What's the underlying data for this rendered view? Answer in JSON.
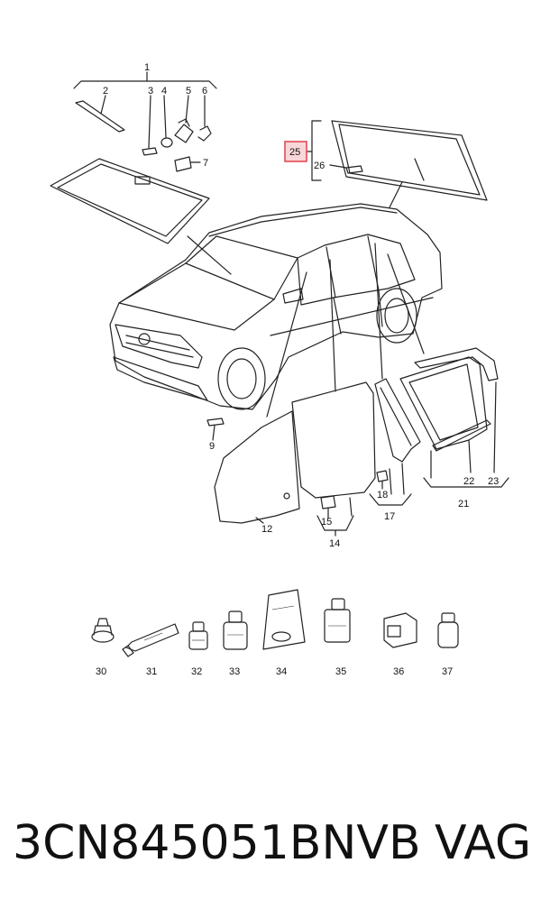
{
  "diagram": {
    "callouts": {
      "c1": "1",
      "c2": "2",
      "c3": "3",
      "c4": "4",
      "c5": "5",
      "c6": "6",
      "c7": "7",
      "c9": "9",
      "c12": "12",
      "c14": "14",
      "c15": "15",
      "c17": "17",
      "c18": "18",
      "c21": "21",
      "c22": "22",
      "c23": "23",
      "c25": "25",
      "c26": "26",
      "c30": "30",
      "c31": "31",
      "c32": "32",
      "c33": "33",
      "c34": "34",
      "c35": "35",
      "c36": "36",
      "c37": "37"
    },
    "highlight_color": "#e0404a",
    "highlight_fill": "#f9d6d8"
  },
  "footer": {
    "part_number": "3CN845051BNVB",
    "brand": "VAG"
  }
}
